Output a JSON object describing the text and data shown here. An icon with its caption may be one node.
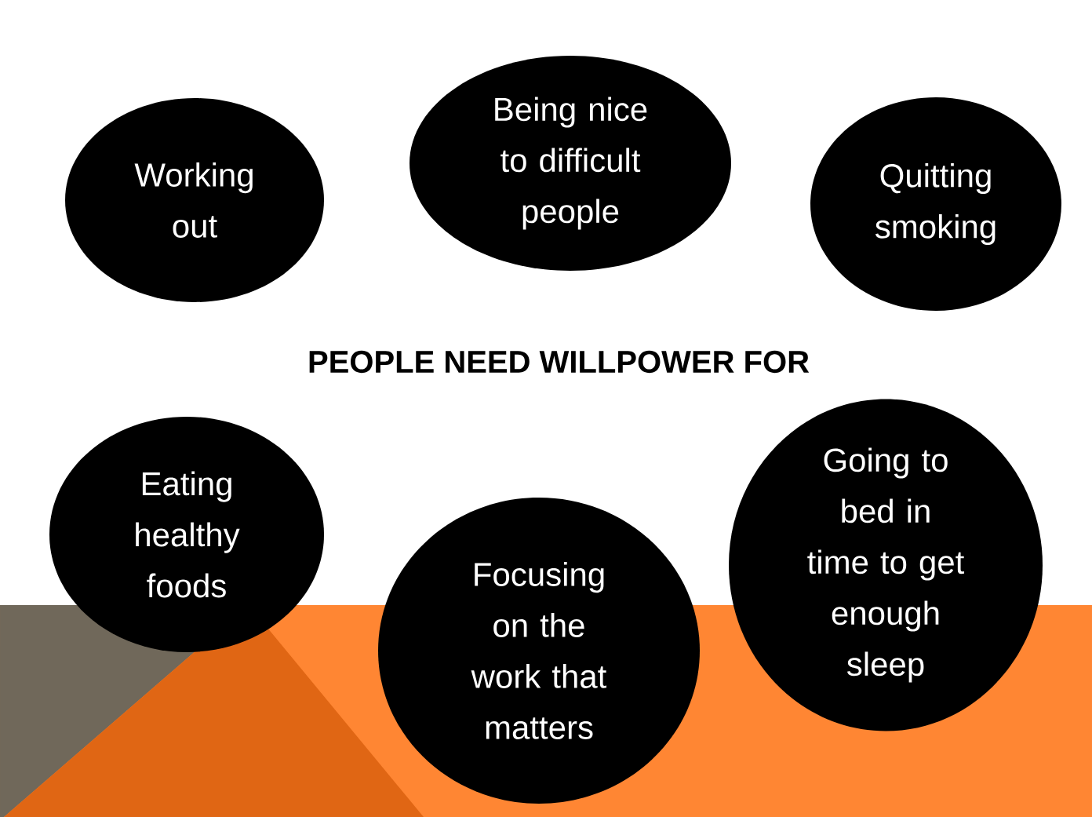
{
  "diagram": {
    "title": "PEOPLE NEED WILLPOWER FOR",
    "nodes": [
      {
        "text": [
          "Working out"
        ]
      },
      {
        "text": [
          "Being nice to difficult people"
        ]
      },
      {
        "text": [
          "Quitting smoking"
        ]
      },
      {
        "text": [
          "Eating healthy foods"
        ]
      },
      {
        "text": [
          "Focusing on the work that matters"
        ]
      },
      {
        "text": [
          "Going to bed in time to get enough sleep"
        ]
      }
    ]
  }
}
